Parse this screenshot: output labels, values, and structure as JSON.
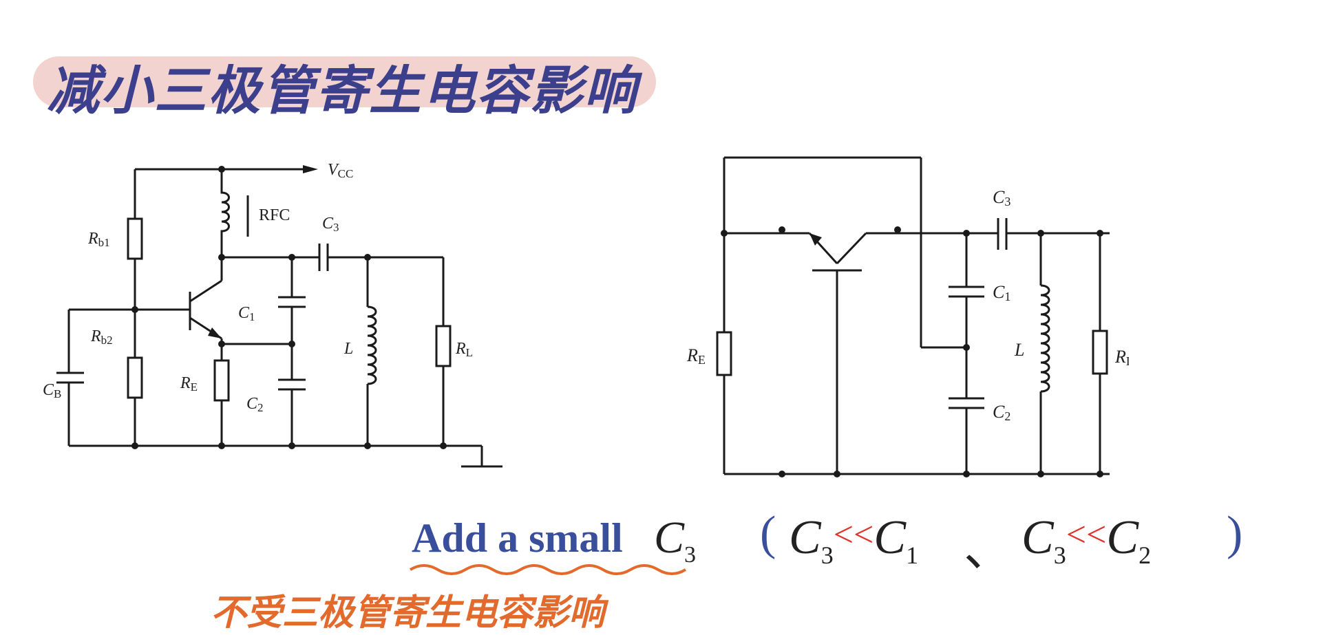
{
  "title": "减小三极管寄生电容影响",
  "left_circuit": {
    "labels": {
      "vcc": "V",
      "vcc_sub": "CC",
      "rfc": "RFC",
      "c3": "C",
      "c3_sub": "3",
      "rb1": "R",
      "rb1_sub": "b1",
      "rb2": "R",
      "rb2_sub": "b2",
      "c1": "C",
      "c1_sub": "1",
      "c2": "C",
      "c2_sub": "2",
      "l": "L",
      "rl": "R",
      "rl_sub": "L",
      "re": "R",
      "re_sub": "E",
      "cb": "C",
      "cb_sub": "B"
    }
  },
  "right_circuit": {
    "labels": {
      "c3": "C",
      "c3_sub": "3",
      "c1": "C",
      "c1_sub": "1",
      "c2": "C",
      "c2_sub": "2",
      "l": "L",
      "re": "R",
      "re_sub": "E",
      "rl": "R",
      "rl_sub": "L"
    }
  },
  "caption": {
    "add_text": "Add a small",
    "c3": "C",
    "c3_sub": "3",
    "paren_open": "(",
    "paren_close": ")",
    "cond1_c": "C",
    "cond1_sub": "3",
    "cond1_op": "<<",
    "cond1_rhs": "C",
    "cond1_rhs_sub": "1",
    "separator": "、",
    "cond2_c": "C",
    "cond2_sub": "3",
    "cond2_op": "<<",
    "cond2_rhs": "C",
    "cond2_rhs_sub": "2"
  },
  "note": "不受三极管寄生电容影响",
  "colors": {
    "title_bg": "#f2d3d0",
    "title_text": "#3c3f8c",
    "caption_blue": "#3a4f9c",
    "operator_red": "#e0332b",
    "note_orange": "#e26a2c",
    "wire": "#1a1a1a"
  }
}
